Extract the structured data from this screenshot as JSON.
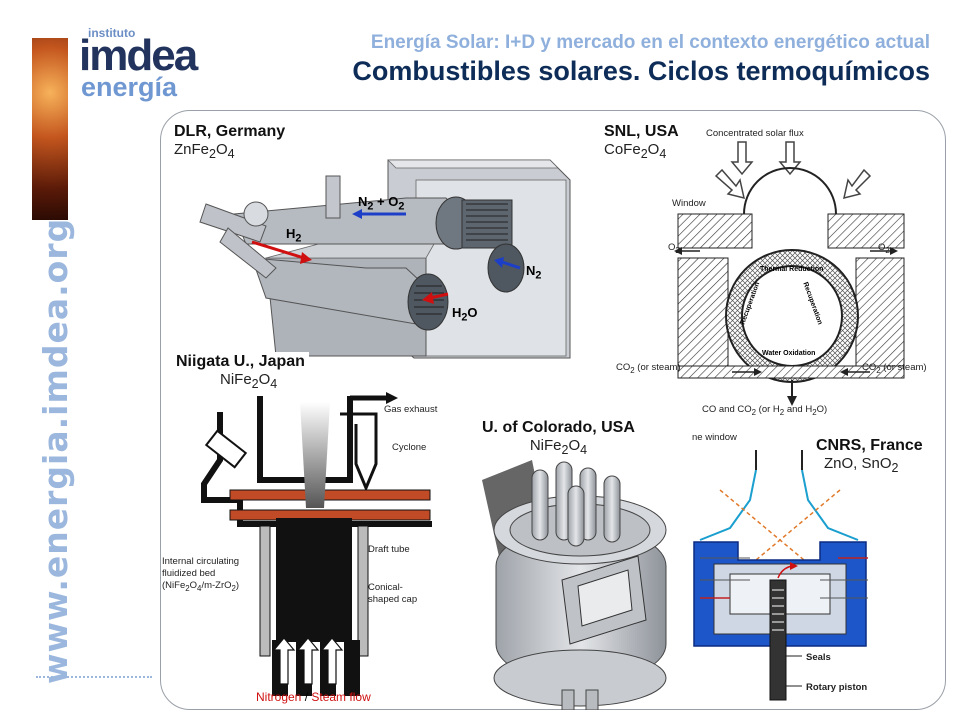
{
  "header": {
    "subtitle": "Energía Solar: I+D y mercado en el contexto energético actual",
    "title": "Combustibles solares. Ciclos termoquímicos"
  },
  "logo": {
    "instituto": "instituto",
    "name": "imdea",
    "division": "energía"
  },
  "sidebar": {
    "url": "www.energia.imdea.org"
  },
  "reactors": [
    {
      "title": "DLR, Germany",
      "formula_base": "ZnFe",
      "sub1": "2",
      "mid": "O",
      "sub2": "4"
    },
    {
      "title": "SNL, USA",
      "formula_base": "CoFe",
      "sub1": "2",
      "mid": "O",
      "sub2": "4"
    },
    {
      "title": "Niigata U., Japan",
      "formula_base": "NiFe",
      "sub1": "2",
      "mid": "O",
      "sub2": "4"
    },
    {
      "title": "U. of Colorado, USA",
      "formula_base": "NiFe",
      "sub1": "2",
      "mid": "O",
      "sub2": "4"
    },
    {
      "title": "CNRS, France",
      "formula": "ZnO, SnO",
      "sub": "2"
    }
  ],
  "dlr_labels": {
    "n2o2": "N",
    "n2o2_rest": " + O",
    "h2": "H",
    "n2": "N",
    "h2o": "H",
    "h2o_o": "O",
    "two": "2"
  },
  "snl_labels": {
    "flux": "Concentrated solar flux",
    "window": "Window",
    "o2_left": "O",
    "o2_right": "O",
    "two": "2",
    "co2_left": "CO",
    "co2_left_rest": " (or steam)",
    "co2_right": "CO",
    "co2_right_rest": " (or steam)",
    "bottom": "CO and CO",
    "bottom_mid": " (or H",
    "bottom_end": " and H",
    "bottom_o": "O)",
    "ring": [
      "Thermal Reduction",
      "Recuperation",
      "Recuperation",
      "Water Oxidation"
    ]
  },
  "niigata_labels": {
    "gas": "Gas exhaust",
    "cyclone": "Cyclone",
    "draft": "Draft tube",
    "conical1": "Conical-",
    "conical2": "shaped cap",
    "bed1": "Internal circulating",
    "bed2": "fluidized bed",
    "bed3": "(NiFe",
    "bed3b": "O",
    "bed3c": "/m-ZrO",
    "bed3d": ")",
    "nitrogen": "Nitrogen",
    "slash": " / ",
    "steam": "Steam flow",
    "two": "2",
    "four": "4"
  },
  "cnrs_labels": {
    "window": "ne window",
    "seals": "Seals",
    "piston": "Rotary piston"
  },
  "colors": {
    "title": "#0d2c58",
    "subtitle": "#8fb0dc",
    "accent_blue": "#1d56c8",
    "nitrogen_red": "#d01010"
  }
}
